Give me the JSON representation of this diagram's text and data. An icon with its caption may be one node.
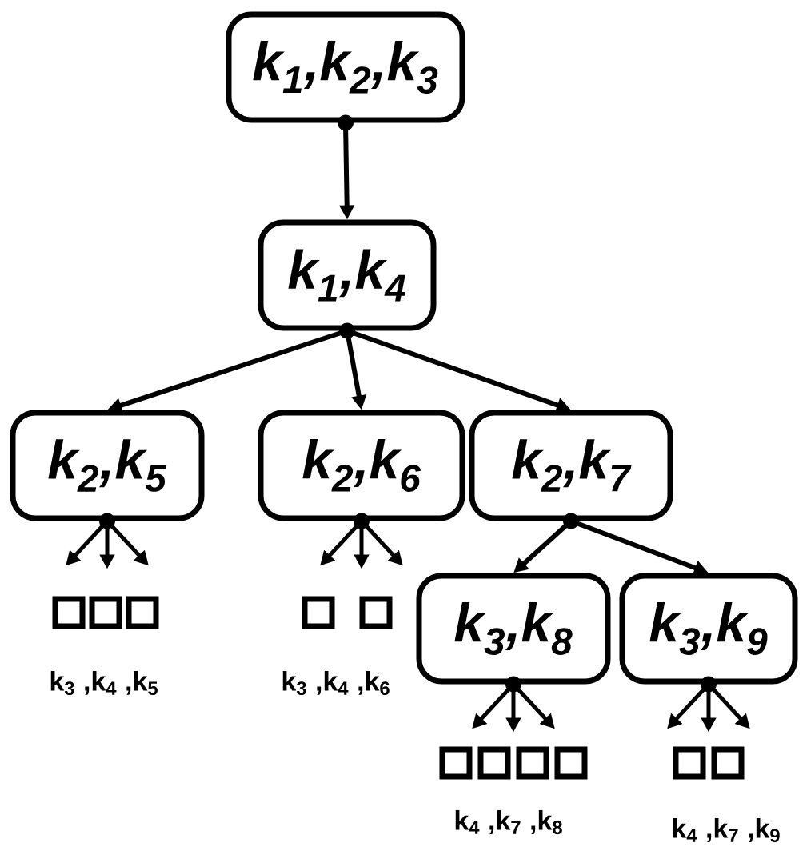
{
  "diagram": {
    "nodes": [
      {
        "text": [
          "k$_{1}$,k$_{2}$,k$_{3}$"
        ]
      },
      {
        "text": [
          "k$_{1}$,k$_{4}$"
        ]
      },
      {
        "text": [
          "k$_{2}$,k$_{5}$"
        ]
      },
      {
        "text": [
          "k$_{2}$,k$_{6}$"
        ]
      },
      {
        "text": [
          "k$_{2}$,k$_{7}$"
        ]
      },
      {
        "text": [
          "k$_{3}$,k$_{8}$"
        ]
      },
      {
        "text": [
          "k$_{3}$,k$_{9}$"
        ]
      },
      {
        "text": [],
        "shape": "box"
      },
      {
        "text": [],
        "shape": "box"
      },
      {
        "text": [],
        "shape": "box"
      },
      {
        "text": [],
        "shape": "box"
      },
      {
        "text": [],
        "shape": "box"
      },
      {
        "text": [],
        "shape": "box"
      },
      {
        "text": [],
        "shape": "box"
      },
      {
        "text": [],
        "shape": "box"
      },
      {
        "text": [],
        "shape": "box"
      },
      {
        "text": [],
        "shape": "box"
      },
      {
        "text": [],
        "shape": "box"
      }
    ],
    "edges": [
      {
        "from": 0,
        "to": 1,
        "arrow": "to"
      },
      {
        "from": 1,
        "to": 2,
        "arrow": "to"
      },
      {
        "from": 1,
        "to": 3,
        "arrow": "to"
      },
      {
        "from": 1,
        "to": 4,
        "arrow": "to"
      },
      {
        "from": 4,
        "to": 5,
        "arrow": "to"
      },
      {
        "from": 4,
        "to": 6,
        "arrow": "to"
      },
      {
        "from": 2,
        "to": null,
        "arrow": "to"
      },
      {
        "from": 2,
        "to": null,
        "arrow": "to"
      },
      {
        "from": 2,
        "to": null,
        "arrow": "to"
      },
      {
        "from": 3,
        "to": null,
        "arrow": "to"
      },
      {
        "from": 3,
        "to": null,
        "arrow": "to"
      },
      {
        "from": 3,
        "to": null,
        "arrow": "to"
      },
      {
        "from": 5,
        "to": null,
        "arrow": "to"
      },
      {
        "from": 5,
        "to": null,
        "arrow": "to"
      },
      {
        "from": 5,
        "to": null,
        "arrow": "to"
      },
      {
        "from": 6,
        "to": null,
        "arrow": "to"
      },
      {
        "from": 6,
        "to": null,
        "arrow": "to"
      },
      {
        "from": 6,
        "to": null,
        "arrow": "to"
      }
    ],
    "labels": [
      "k$_{3}$ ,k$_{4}$ ,k$_{5}$",
      "k$_{3}$ ,k$_{4}$ ,k$_{6}$",
      "k$_{4}$ ,k$_{7}$ ,k$_{8}$",
      "k$_{4}$ ,k$_{7}$ ,k$_{9}$"
    ]
  }
}
